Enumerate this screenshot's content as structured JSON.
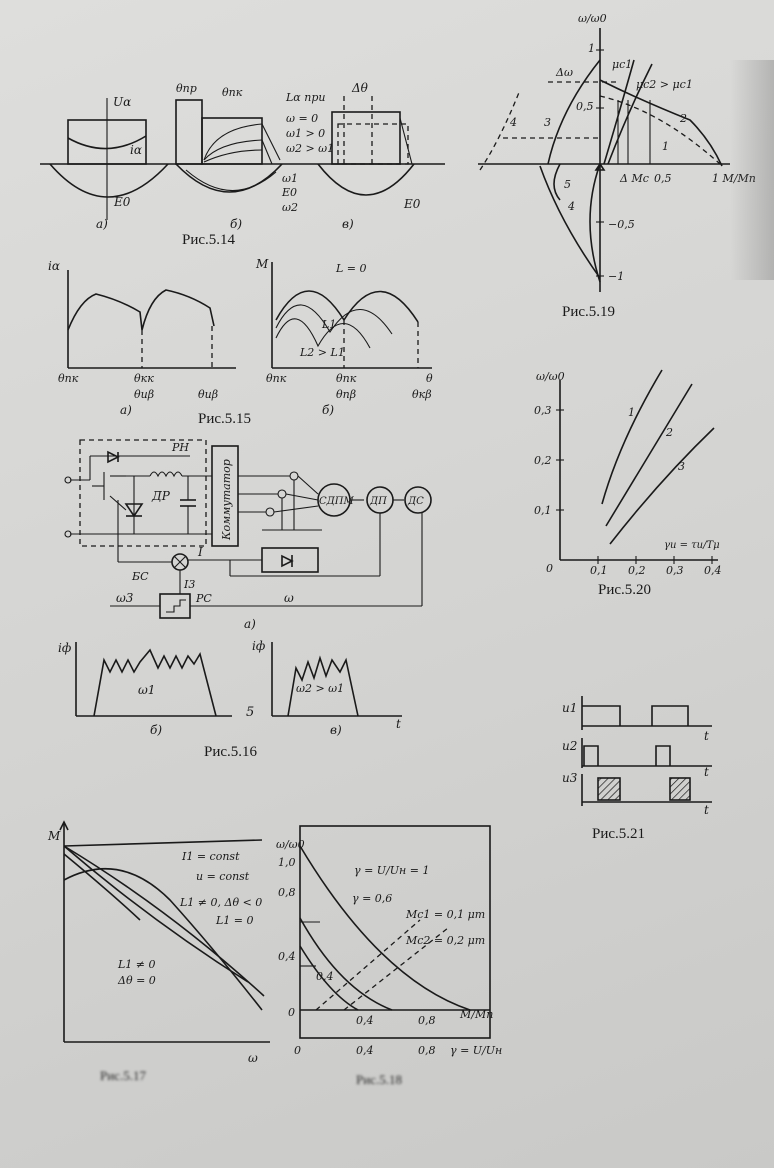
{
  "captions": {
    "fig514": "Рис.5.14",
    "fig515": "Рис.5.15",
    "fig516": "Рис.5.16",
    "fig517": "Рис.5.17",
    "fig518": "Рис.5.18",
    "fig519": "Рис.5.19",
    "fig520": "Рис.5.20",
    "fig521": "Рис.5.21"
  },
  "fig514": {
    "ua": "Uα",
    "ia": "iα",
    "E0": "E0",
    "sub_a": "а)",
    "sub_b": "б)",
    "sub_c": "в)",
    "theta_p": "θпр",
    "theta_k": "θпк",
    "l_at": "Lα при",
    "w0": "ω = 0",
    "w1": "ω1 > 0",
    "w2": "ω2 > ω1",
    "w1b": "ω1",
    "E0b": "E0",
    "w2b": "ω2",
    "dtheta": "Δθ",
    "E0c": "E0"
  },
  "fig515": {
    "ylab_a": "iα",
    "xt1": "θпк",
    "xt2": "θкк",
    "xt2b": "θиβ",
    "xt3": "θиβ",
    "sub_a": "а)",
    "ylab_b": "M",
    "L0": "L = 0",
    "L1": "L1",
    "L2": "L2 > L1",
    "bx1": "θпк",
    "bx2": "θпк",
    "bx2b": "θпβ",
    "bx3": "θкβ",
    "xvar": "θ",
    "sub_b": "б)"
  },
  "fig516": {
    "rn": "РН",
    "dr": "ДР",
    "comm": "Коммутатор",
    "sdpm": "СДПМ",
    "dp": "ДП",
    "ds": "ДС",
    "I": "I",
    "bs": "БС",
    "I3": "I3",
    "w3": "ω3",
    "rs": "РС",
    "w": "ω",
    "sub_a": "а)",
    "if1": "iф",
    "w1": "ω1",
    "sub_b": "б)",
    "five": "5",
    "if2": "iф",
    "w21": "ω2 > ω1",
    "sub_c": "в)",
    "t": "t"
  },
  "fig517": {
    "M": "M",
    "I1": "I1 = const",
    "u": "u = const",
    "L1a": "L1 ≠ 0,  Δθ < 0",
    "L10": "L1 = 0",
    "L1b": "L1 ≠ 0",
    "dt0": "Δθ = 0",
    "w": "ω"
  },
  "fig518": {
    "ylab": "ω/ω0",
    "g1": "γ = U/Uн = 1",
    "g06": "γ = 0,6",
    "mc1": "Mс1 = 0,1 μm",
    "mc2": "Mс2 = 0,2 μm",
    "mmn": "M/Mп",
    "gam": "γ = U/Uн",
    "yt": [
      "1,0",
      "0,8",
      "0,4"
    ],
    "yt_low": "0,4",
    "xt": [
      "0,4",
      "0,8"
    ],
    "bt": [
      "0",
      "0,4",
      "0,8"
    ],
    "zero": "0"
  },
  "fig519": {
    "ylab": "ω/ω0",
    "mu1": "μс1",
    "mu2": "μс2 > μс1",
    "dw": "Δω",
    "dmc": "Δ Mс",
    "xlab": "1 M/Mп",
    "y1": "1",
    "y05": "0,5",
    "x05": "0,5",
    "yn05": "−0,5",
    "yn1": "−1",
    "c1": "1",
    "c2": "2",
    "c3": "3",
    "c4": "4",
    "c5": "5",
    "c4b": "4"
  },
  "fig520": {
    "ylab": "ω/ω0",
    "yt": [
      "0,3",
      "0,2",
      "0,1"
    ],
    "xt": [
      "0,1",
      "0,2",
      "0,3",
      "0,4"
    ],
    "zero": "0",
    "c1": "1",
    "c2": "2",
    "c3": "3",
    "xlab": "γи = τu/Tμ"
  },
  "fig521": {
    "u1": "u1",
    "u2": "u2",
    "u3": "u3",
    "t": "t"
  },
  "colors": {
    "ink": "#1a1a1a",
    "paper": "#d8d8d6"
  }
}
